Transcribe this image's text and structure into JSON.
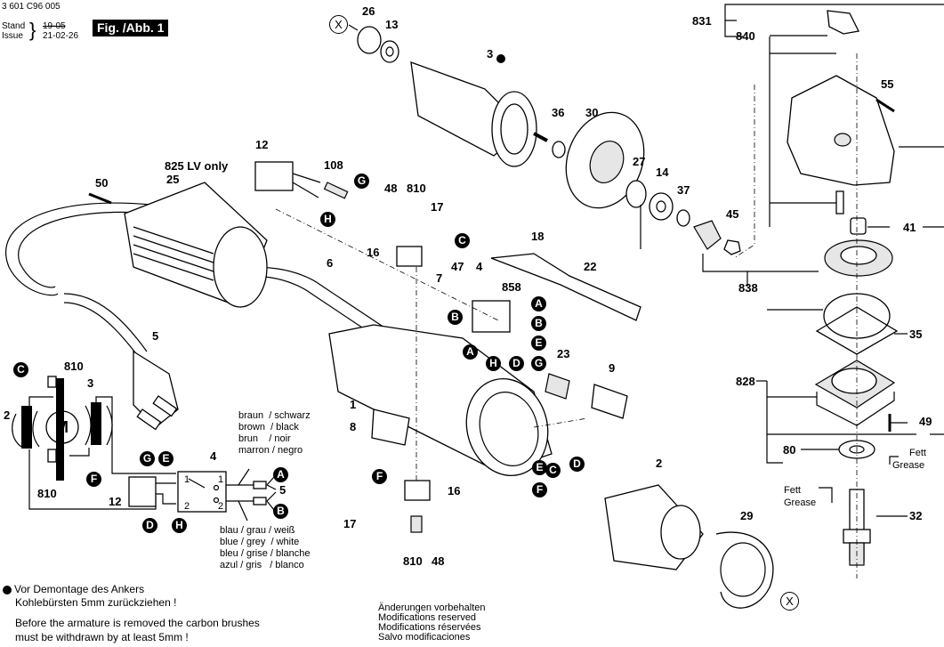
{
  "header": {
    "doc_number": "3 601 C96 005",
    "stand_label": "Stand",
    "issue_label": "Issue",
    "old_date": "19-05",
    "date": "21-02-26",
    "figure_label": "Fig. /Abb. 1"
  },
  "part_labels": [
    {
      "id": "26",
      "text": "26"
    },
    {
      "id": "13",
      "text": "13"
    },
    {
      "id": "3",
      "text": "3"
    },
    {
      "id": "36",
      "text": "36"
    },
    {
      "id": "30",
      "text": "30"
    },
    {
      "id": "27",
      "text": "27"
    },
    {
      "id": "14",
      "text": "14"
    },
    {
      "id": "37",
      "text": "37"
    },
    {
      "id": "45",
      "text": "45"
    },
    {
      "id": "41",
      "text": "41"
    },
    {
      "id": "55",
      "text": "55"
    },
    {
      "id": "831",
      "text": "831"
    },
    {
      "id": "840",
      "text": "840"
    },
    {
      "id": "838",
      "text": "838"
    },
    {
      "id": "35",
      "text": "35"
    },
    {
      "id": "828",
      "text": "828"
    },
    {
      "id": "49",
      "text": "49"
    },
    {
      "id": "80",
      "text": "80"
    },
    {
      "id": "32",
      "text": "32"
    },
    {
      "id": "29",
      "text": "29"
    },
    {
      "id": "2",
      "text": "2"
    },
    {
      "id": "12",
      "text": "12"
    },
    {
      "id": "108",
      "text": "108"
    },
    {
      "id": "825",
      "text": "825  LV only"
    },
    {
      "id": "25",
      "text": "25"
    },
    {
      "id": "50",
      "text": "50"
    },
    {
      "id": "48a",
      "text": "48"
    },
    {
      "id": "810a",
      "text": "810"
    },
    {
      "id": "17a",
      "text": "17"
    },
    {
      "id": "16a",
      "text": "16"
    },
    {
      "id": "47",
      "text": "47"
    },
    {
      "id": "7",
      "text": "7"
    },
    {
      "id": "4",
      "text": "4"
    },
    {
      "id": "858",
      "text": "858"
    },
    {
      "id": "18",
      "text": "18"
    },
    {
      "id": "22",
      "text": "22"
    },
    {
      "id": "6",
      "text": "6"
    },
    {
      "id": "5",
      "text": "5"
    },
    {
      "id": "23",
      "text": "23"
    },
    {
      "id": "9",
      "text": "9"
    },
    {
      "id": "1",
      "text": "1"
    },
    {
      "id": "8",
      "text": "8"
    },
    {
      "id": "16b",
      "text": "16"
    },
    {
      "id": "17b",
      "text": "17"
    },
    {
      "id": "810b",
      "text": "810"
    },
    {
      "id": "48b",
      "text": "48"
    }
  ],
  "connector_letters": [
    "A",
    "B",
    "C",
    "D",
    "E",
    "F",
    "G",
    "H",
    "X"
  ],
  "wiring": {
    "motor_symbol": "M",
    "labels": {
      "810_top": "810",
      "3": "3",
      "2": "2",
      "810_bottom": "810",
      "12": "12",
      "4": "4",
      "5": "5",
      "pin1a": "1",
      "pin1b": "1",
      "pin2a": "2",
      "pin2b": "2"
    },
    "wire_colors_brown": [
      "braun  / schwarz",
      "brown  / black",
      "brun    / noir",
      "marron / negro"
    ],
    "wire_colors_blue": [
      "blau / grau / weiß",
      "blue / grey  / white",
      "bleu / grise / blanche",
      "azul / gris   / blanco"
    ]
  },
  "grease_labels": [
    {
      "line1": "Fett",
      "line2": "Grease"
    },
    {
      "line1": "Fett",
      "line2": "Grease"
    }
  ],
  "notes": {
    "de_line1": "Vor Demontage des Ankers",
    "de_line2": "Kohlebürsten 5mm zurückziehen !",
    "en_line1": "Before the armature is removed the carbon brushes",
    "en_line2": "must be withdrawn by at least 5mm !"
  },
  "modifications": [
    "Änderungen vorbehalten",
    "Modifications reserved",
    "Modifications réservées",
    "Salvo modificaciones"
  ]
}
